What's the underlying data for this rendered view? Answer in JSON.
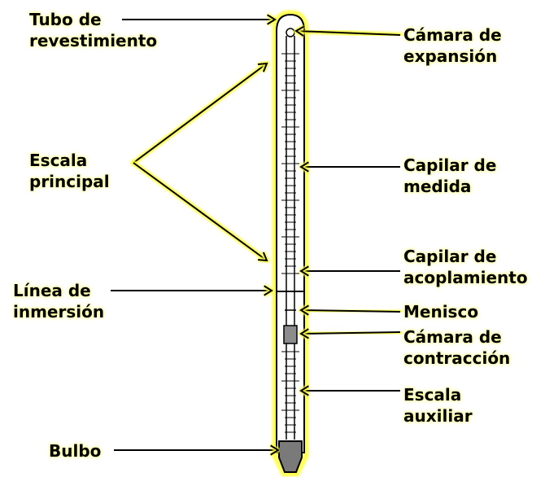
{
  "diagram": {
    "labels_left": {
      "tubo": [
        "Tubo de",
        "revestimiento"
      ],
      "escala_principal": [
        "Escala",
        "principal"
      ],
      "linea_inmersion": [
        "Línea de",
        "inmersión"
      ],
      "bulbo": [
        "Bulbo"
      ]
    },
    "labels_right": {
      "camara_expansion": [
        "Cámara de",
        "expansión"
      ],
      "capilar_medida": [
        "Capilar de",
        "medida"
      ],
      "capilar_acoplamiento": [
        "Capilar de",
        "acoplamiento"
      ],
      "menisco": [
        "Menisco"
      ],
      "camara_contraccion": [
        "Cámara de",
        "contracción"
      ],
      "escala_auxiliar": [
        "Escala",
        "auxiliar"
      ]
    },
    "colors": {
      "leader": "#000000",
      "leader_glow": "#ffff40",
      "tube_outline": "#000000",
      "tube_fill": "#ffffff",
      "bulb_fill": "#7a7a7a",
      "chamber_fill": "#8c8c8c"
    }
  }
}
